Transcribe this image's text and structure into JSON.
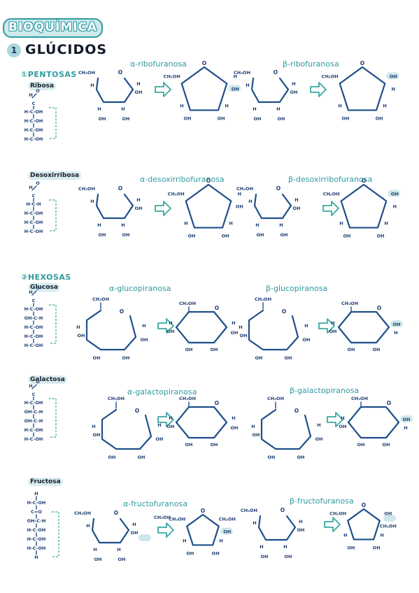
{
  "title": "BIOQUÍMICA",
  "heading": {
    "number": "1",
    "label": "GLÚCIDOS"
  },
  "sections": {
    "pentosas": "①PENTOSAS",
    "hexosas": "②HEXOSAS"
  },
  "sugars": {
    "ribosa": "Ribosa",
    "desoxirribosa": "Desoxirribosa",
    "glucosa": "Glucosa",
    "galactosa": "Galactosa",
    "fructosa": "Fructosa"
  },
  "captions": {
    "a_ribo": "α-ribofuranosa",
    "b_ribo": "β-ribofuranosa",
    "a_desoxi": "α-desoxirribofuranosa",
    "b_desoxi": "β-desoxirribofuranosa",
    "a_gluco": "α-glucopiranosa",
    "b_gluco": "β-glucopiranosa",
    "a_galacto": "α-galactopiranosa",
    "b_galacto": "β-galactopiranosa",
    "a_fructo": "α-fructofuranosa",
    "b_fructo": "β-fructofuranosa"
  },
  "chem": {
    "ch2oh": "CH₂OH",
    "oh": "OH",
    "h": "H",
    "o": "O",
    "c": "C",
    "hcoh": "H-C-OH",
    "ohch": "OH-C-H",
    "hch": "H-C-H",
    "co": "C=O"
  },
  "colors": {
    "accent": "#2f9aa0",
    "ink": "#1f4f8a",
    "highlight": "#cfe7ea"
  }
}
